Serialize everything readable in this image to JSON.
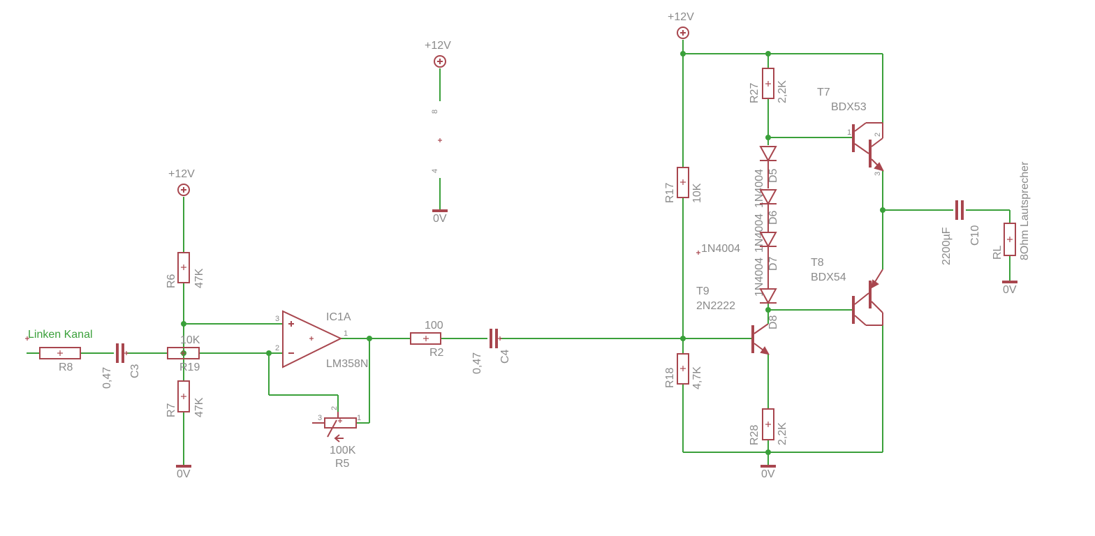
{
  "labels": {
    "sup_top_mid": "+12V",
    "sup_top_right": "+12V",
    "sup_left": "+12V",
    "gnd_mid": "0V",
    "gnd_left": "0V",
    "gnd_right": "0V",
    "gnd_spk": "0V",
    "input_net": "Linken Kanal",
    "r8": "R8",
    "c3_val": "0,47",
    "c3": "C3",
    "r19_val": "10K",
    "r19": "R19",
    "r6": "R6",
    "r6_val": "47K",
    "r7": "R7",
    "r7_val": "47K",
    "ic_name": "IC1A",
    "ic_part": "LM358N",
    "r5_val": "100K",
    "r5": "R5",
    "r2_val": "100",
    "r2": "R2",
    "c4_val": "0,47",
    "c4": "C4",
    "r17": "R17",
    "r17_val": "10K",
    "r18": "R18",
    "r18_val": "4,7K",
    "r27": "R27",
    "r27_val": "2,2K",
    "r28": "R28",
    "r28_val": "2,2K",
    "d5": "D5",
    "d6": "D6",
    "d7": "D7",
    "d8": "D8",
    "d5_val": "1N4004",
    "d6_val": "1N4004",
    "d7_val": "1N4004",
    "d8_val": "1N4004",
    "t7": "T7",
    "t7_part": "BDX53",
    "t8": "T8",
    "t8_part": "BDX54",
    "t9": "T9",
    "t9_part": "2N2222",
    "c10_val": "2200µF",
    "c10": "C10",
    "rl": "RL",
    "rl_val": "8Ohm Lautsprecher",
    "pwr_pin_8": "8",
    "pwr_pin_4": "4",
    "op_pin_3": "3",
    "op_pin_2": "2",
    "op_pin_1": "1",
    "pot_pin_3": "3",
    "pot_pin_2": "2",
    "pot_pin_1": "1",
    "t7_pin_1": "1",
    "t7_pin_2": "2",
    "t7_pin_3": "3"
  },
  "colors": {
    "wire": "#3aa03a",
    "component": "#a8464e",
    "text": "#8a8a8a"
  }
}
